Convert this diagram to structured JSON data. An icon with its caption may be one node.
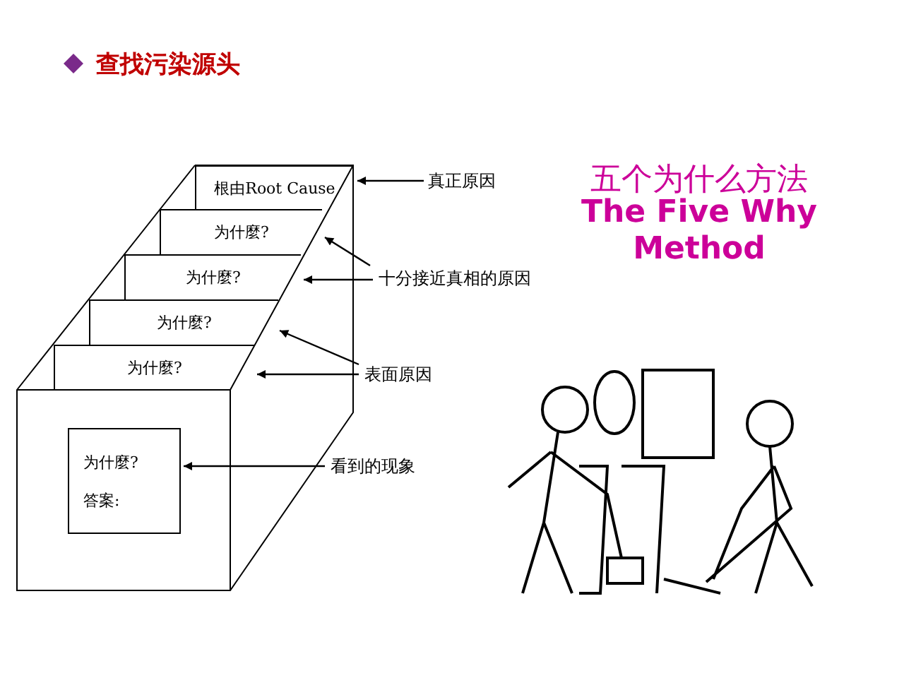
{
  "diagram": {
    "title": "查找污染源头",
    "nodes": [
      {
        "text": [
          "根由Root Cause"
        ]
      },
      {
        "text": [
          "为什麼?"
        ]
      },
      {
        "text": [
          "为什麼?"
        ]
      },
      {
        "text": [
          "为什麼?"
        ]
      },
      {
        "text": [
          "为什麼?"
        ]
      },
      {
        "text": [
          "为什麼?",
          "答案:"
        ]
      },
      {
        "text": [
          "真正原因"
        ]
      },
      {
        "text": [
          "十分接近真相的原因"
        ]
      },
      {
        "text": [
          "表面原因"
        ]
      },
      {
        "text": [
          "看到的现象"
        ]
      }
    ],
    "edges": [
      {
        "from": 6,
        "to": 0,
        "arrow": "to"
      },
      {
        "from": 7,
        "to": 1,
        "arrow": "to"
      },
      {
        "from": 7,
        "to": 2,
        "arrow": "to"
      },
      {
        "from": 8,
        "to": 3,
        "arrow": "to"
      },
      {
        "from": 8,
        "to": 4,
        "arrow": "to"
      },
      {
        "from": 9,
        "to": 5,
        "arrow": "to"
      }
    ],
    "labels": [
      "五个为什么方法",
      "The Five Why Method"
    ]
  }
}
